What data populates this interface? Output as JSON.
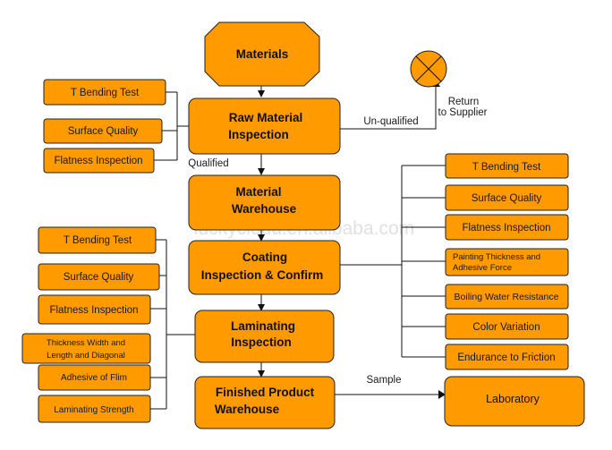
{
  "colors": {
    "box_fill": "#ff9a00",
    "stroke": "#222222",
    "watermark": "#c8c8c8"
  },
  "main_flow": {
    "materials": "Materials",
    "raw_inspection": [
      "Raw Material",
      "Inspection"
    ],
    "warehouse": [
      "Material",
      "Warehouse"
    ],
    "coating": [
      "Coating",
      "Inspection & Confirm"
    ],
    "laminating": [
      "Laminating",
      "Inspection"
    ],
    "finished": [
      "Finished Product",
      "Warehouse"
    ]
  },
  "labels": {
    "unqualified": "Un-qualified",
    "return": [
      "Return",
      "to Supplier"
    ],
    "qualified": "Qualified",
    "sample": "Sample",
    "laboratory": "Laboratory"
  },
  "raw_tests": [
    "T Bending Test",
    "Surface Quality",
    "Flatness Inspection"
  ],
  "coating_tests": [
    [
      "T Bending Test"
    ],
    [
      "Surface Quality"
    ],
    [
      "Flatness Inspection"
    ],
    [
      "Painting Thickness and",
      "Adhesive Force"
    ],
    [
      "Boiling Water Resistance"
    ],
    [
      "Color Variation"
    ],
    [
      "Endurance to Friction"
    ]
  ],
  "laminating_tests": [
    [
      "T Bending Test"
    ],
    [
      "Surface Quality"
    ],
    [
      "Flatness Inspection"
    ],
    [
      "Thickness Width and",
      "Length and Diagonal"
    ],
    [
      "Adhesive of Flim"
    ],
    [
      "Laminating Strength"
    ]
  ],
  "reject_icon": "x-circle-icon",
  "watermark": "luckycloud.en.alibaba.com"
}
